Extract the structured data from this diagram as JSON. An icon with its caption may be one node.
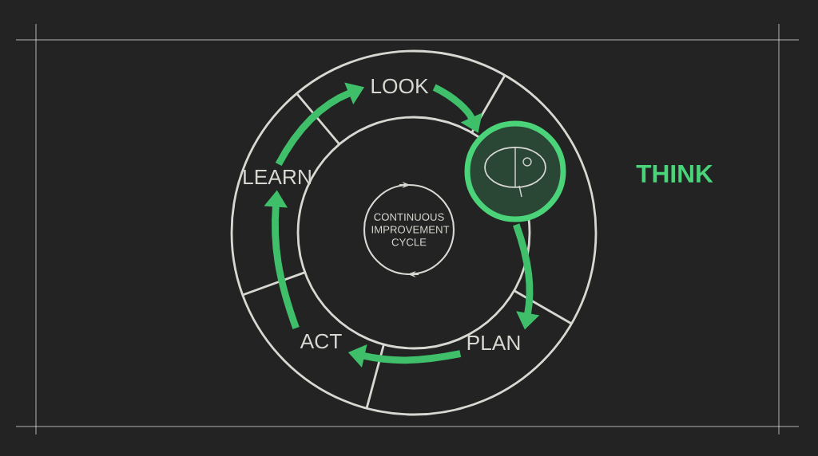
{
  "diagram": {
    "nodes": [
      {
        "text": [
          "LOOK"
        ]
      },
      {
        "text": [
          "THINK"
        ]
      },
      {
        "text": [
          "PLAN"
        ]
      },
      {
        "text": [
          "ACT"
        ]
      },
      {
        "text": [
          "LEARN"
        ]
      },
      {
        "text": [
          "CONTINUOUS IMPROVEMENT CYCLE"
        ]
      }
    ],
    "edges": [
      {
        "from": 0,
        "to": 1,
        "arrow": "to"
      },
      {
        "from": 1,
        "to": 2,
        "arrow": "to"
      },
      {
        "from": 2,
        "to": 3,
        "arrow": "to"
      },
      {
        "from": 3,
        "to": 4,
        "arrow": "to"
      },
      {
        "from": 4,
        "to": 0,
        "arrow": "to"
      }
    ]
  }
}
